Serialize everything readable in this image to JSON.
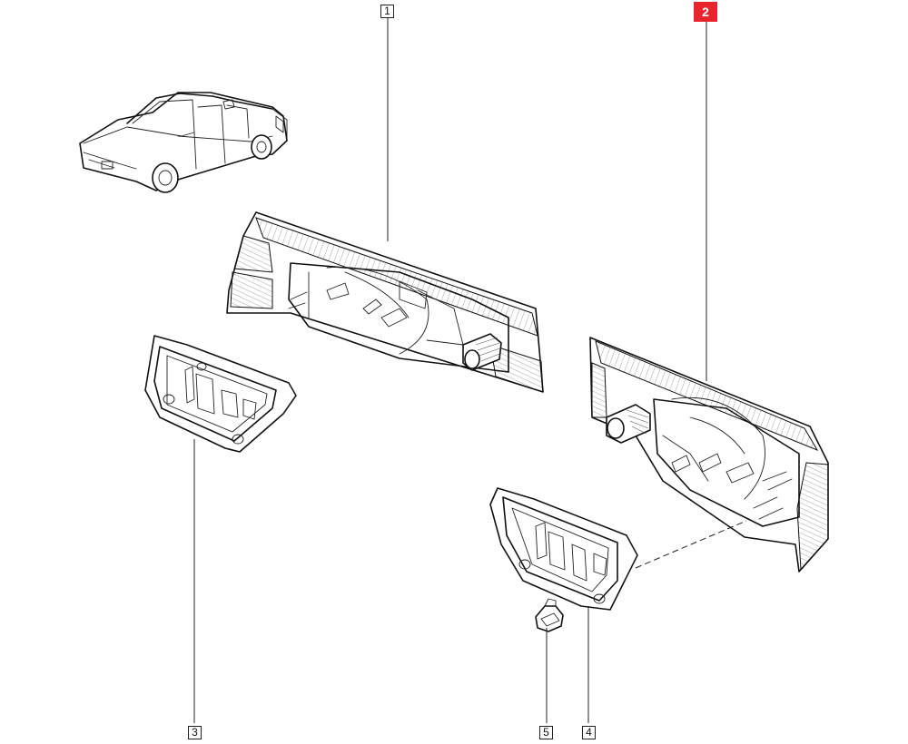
{
  "callouts": [
    {
      "label": "1",
      "active": false
    },
    {
      "label": "2",
      "active": true
    },
    {
      "label": "3",
      "active": false
    },
    {
      "label": "4",
      "active": false
    },
    {
      "label": "5",
      "active": false
    }
  ],
  "colors": {
    "line": "#111111",
    "highlight": "#e8242c",
    "background": "#ffffff"
  }
}
